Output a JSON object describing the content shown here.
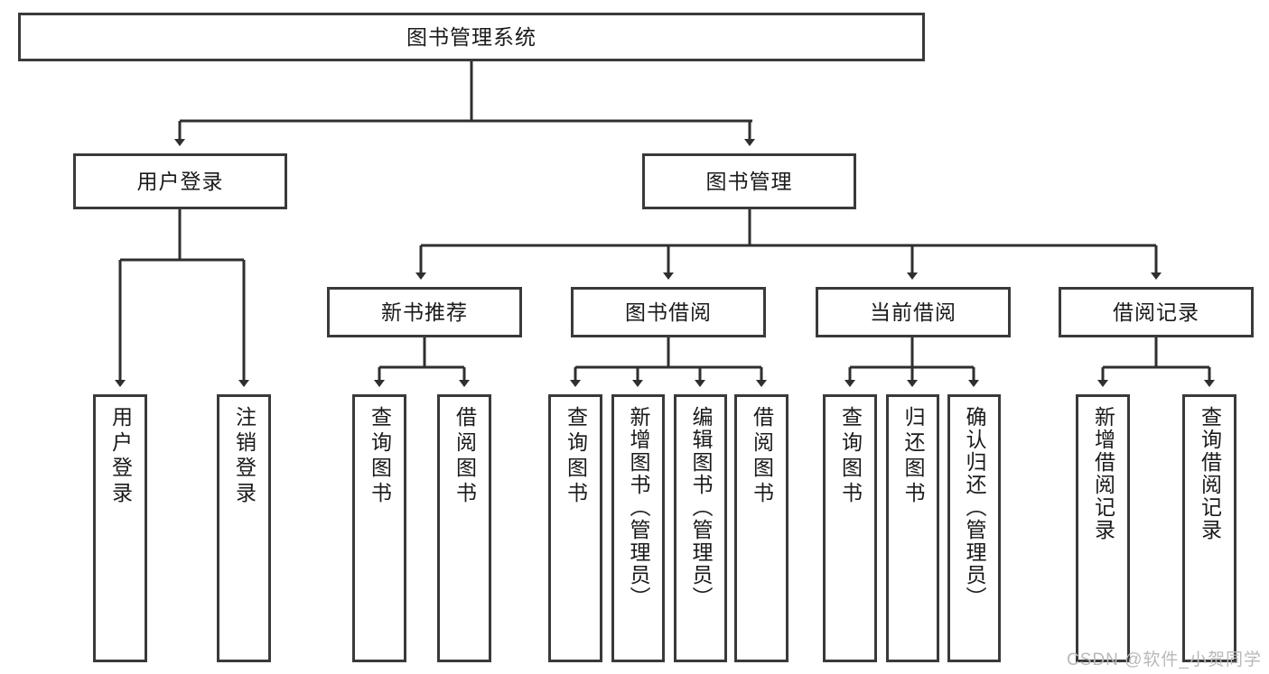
{
  "diagram": {
    "title": "图书管理系统",
    "type": "tree",
    "watermark": "CSDN @软件_小贺同学",
    "colors": {
      "box_border": "#3a3a3a",
      "box_fill": "#ffffff",
      "connector": "#2f2f2f",
      "text": "#1a1a1a",
      "watermark": "#b9b9b9"
    },
    "root": {
      "label": "图书管理系统"
    },
    "tier2": [
      {
        "label": "用户登录"
      },
      {
        "label": "图书管理"
      }
    ],
    "tier3": [
      {
        "label": "新书推荐"
      },
      {
        "label": "图书借阅"
      },
      {
        "label": "当前借阅"
      },
      {
        "label": "借阅记录"
      }
    ],
    "leaves": {
      "user_login": [
        {
          "label": "用户登录"
        },
        {
          "label": "注销登录"
        }
      ],
      "new_book": [
        {
          "label": "查询图书"
        },
        {
          "label": "借阅图书"
        }
      ],
      "book_borrow": [
        {
          "label": "查询图书"
        },
        {
          "label": "新增图书（管理员）"
        },
        {
          "label": "编辑图书（管理员）"
        },
        {
          "label": "借阅图书"
        }
      ],
      "current_borrow": [
        {
          "label": "查询图书"
        },
        {
          "label": "归还图书"
        },
        {
          "label": "确认归还（管理员）"
        }
      ],
      "borrow_record": [
        {
          "label": "新增借阅记录"
        },
        {
          "label": "查询借阅记录"
        }
      ]
    }
  }
}
